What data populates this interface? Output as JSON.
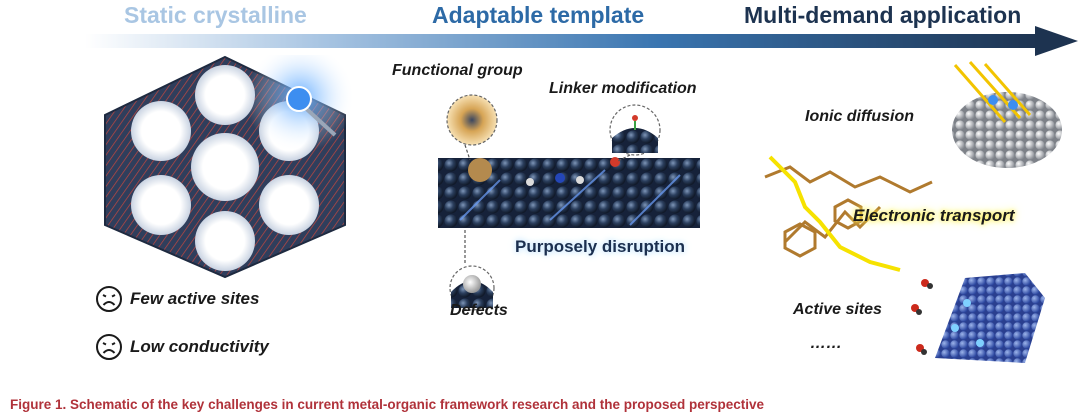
{
  "stages": [
    {
      "title": "Static crystalline",
      "color": "#a9c6e3"
    },
    {
      "title": "Adaptable template",
      "color": "#2d6aa6"
    },
    {
      "title": "Multi-demand application",
      "color": "#1d3350"
    }
  ],
  "left_panel": {
    "drawbacks": [
      "Few active sites",
      "Low conductivity"
    ]
  },
  "middle_panel": {
    "labels": {
      "functional_group": "Functional group",
      "linker_modification": "Linker modification",
      "purposely_disruption": "Purposely disruption",
      "defects": "Defects"
    }
  },
  "right_panel": {
    "labels": {
      "ionic_diffusion": "Ionic diffusion",
      "electronic_transport": "Electronic transport",
      "active_sites": "Active sites",
      "ellipsis": "……"
    }
  },
  "caption": {
    "text": "Figure 1.  Schematic of the key challenges in current metal-organic framework research and the proposed perspective",
    "color": "#b0323a"
  },
  "colors": {
    "arrow_start": "#ffffff",
    "arrow_end": "#1d3350",
    "framework": "#2c3a55",
    "sphere": "#243650",
    "highlight_yellow": "#f6e200",
    "molecule_brown": "#b07a2e"
  }
}
